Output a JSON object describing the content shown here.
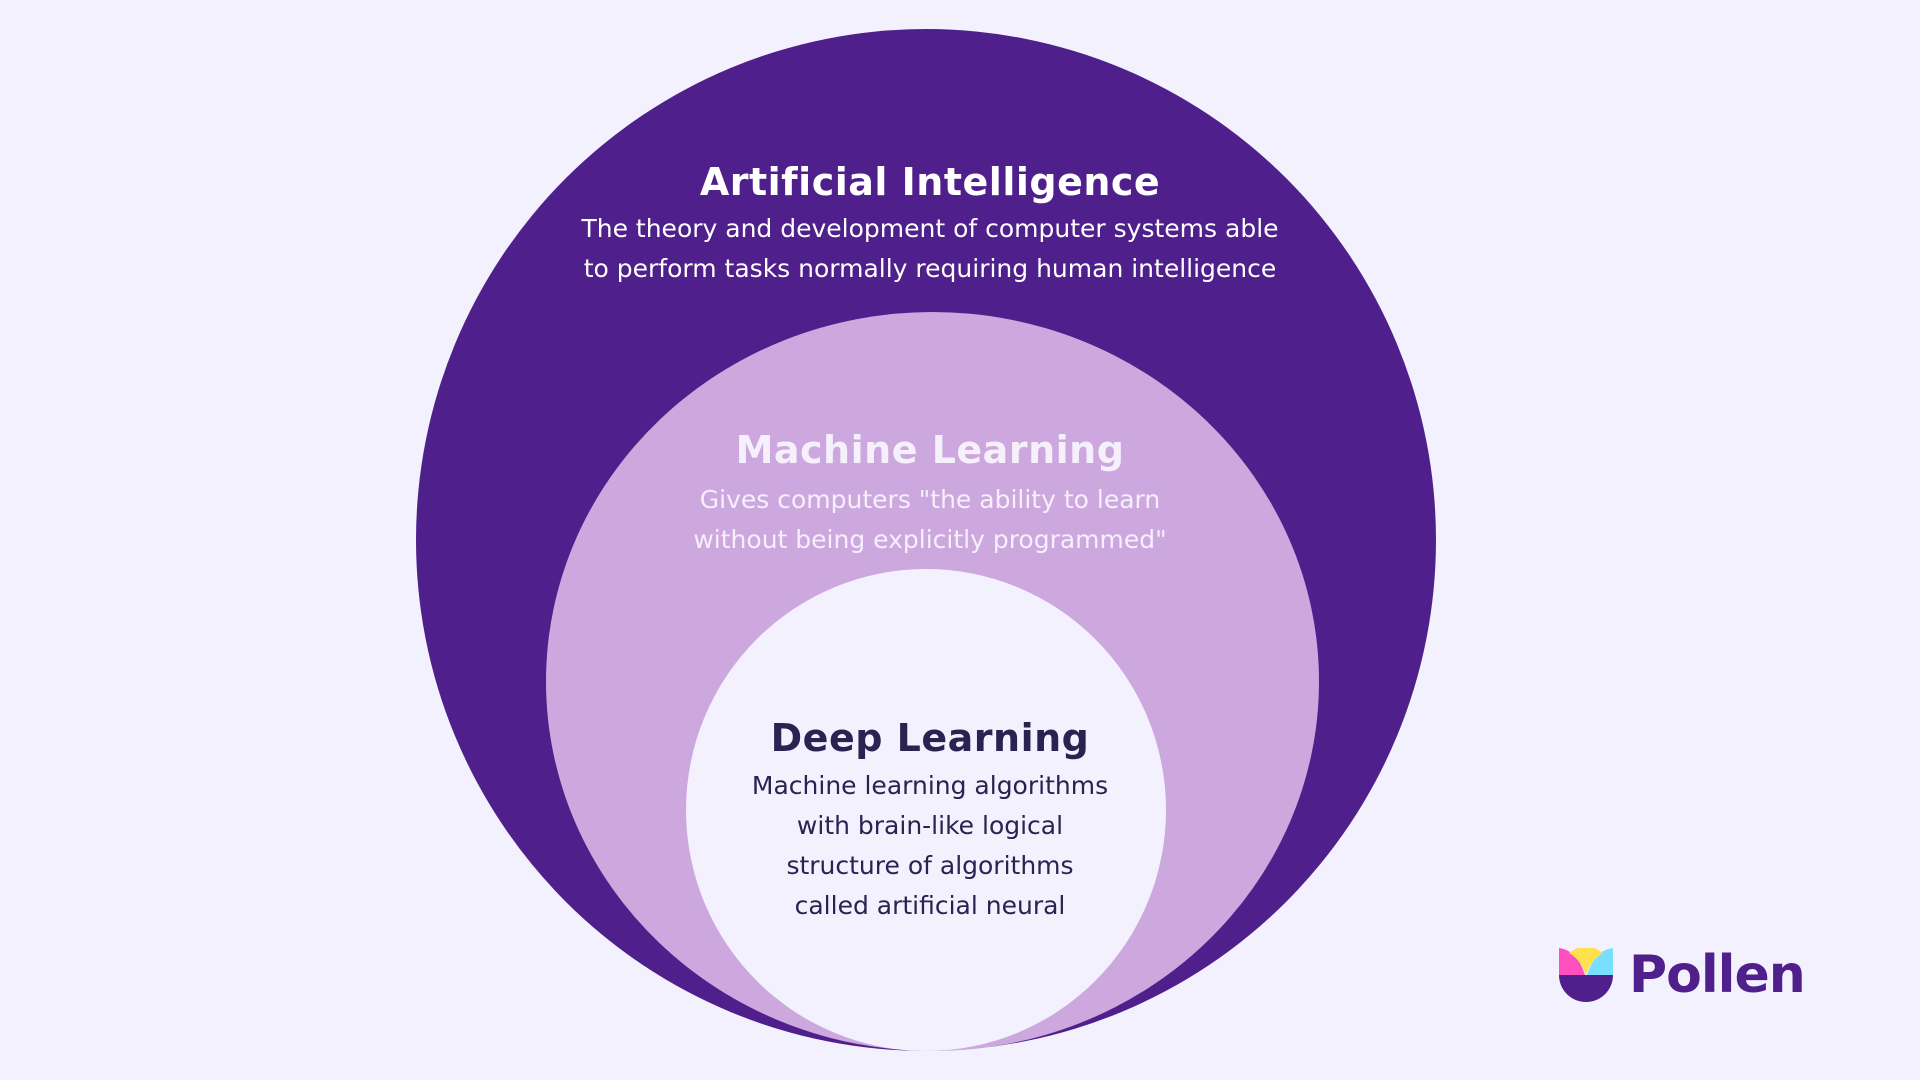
{
  "diagram": {
    "ai": {
      "title": "Artificial Intelligence",
      "lines": [
        "The theory and development of computer systems able",
        "to perform tasks normally requiring human intelligence"
      ]
    },
    "ml": {
      "title": "Machine Learning",
      "lines": [
        "Gives computers \"the ability to learn",
        "without being explicitly programmed\""
      ]
    },
    "dl": {
      "title": "Deep Learning",
      "lines": [
        "Machine learning algorithms",
        "with brain-like logical",
        "structure of algorithms",
        "called artificial neural"
      ]
    }
  },
  "brand": {
    "name": "Pollen"
  },
  "colors": {
    "ai": "#4f208b",
    "ml": "#cda8de",
    "dl": "#f3f1fd",
    "background": "#f3f1fd"
  }
}
